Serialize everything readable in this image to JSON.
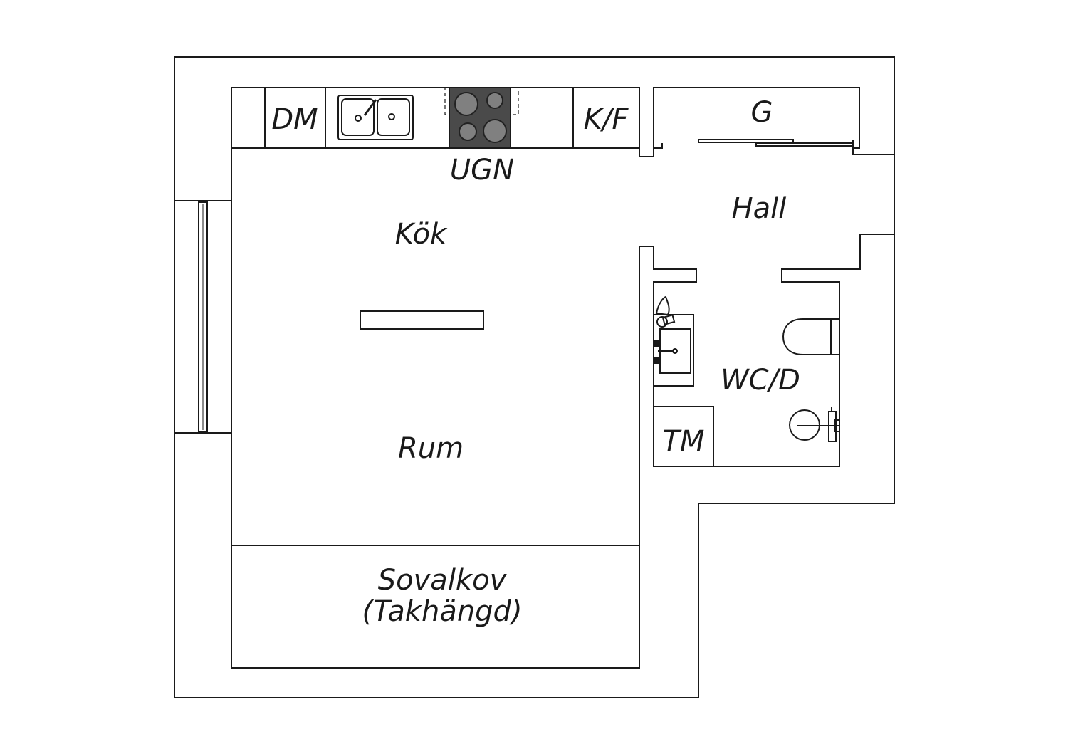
{
  "labels": {
    "dm": "DM",
    "ugn": "UGN",
    "kf": "K/F",
    "g": "G",
    "hall": "Hall",
    "kok": "Kök",
    "rum": "Rum",
    "wcd": "WC/D",
    "tm": "TM",
    "sovalkov": "Sovalkov",
    "takhangd": "(Takhängd)"
  },
  "colors": {
    "line": "#1a1a1a",
    "background": "#ffffff",
    "stove": "#4a4a4a",
    "hob": "#808080"
  },
  "icons": {
    "sink": "double-sink-icon",
    "stove": "cooktop-icon",
    "toilet": "toilet-icon",
    "washbasin": "washbasin-icon",
    "shower": "shower-icon"
  }
}
